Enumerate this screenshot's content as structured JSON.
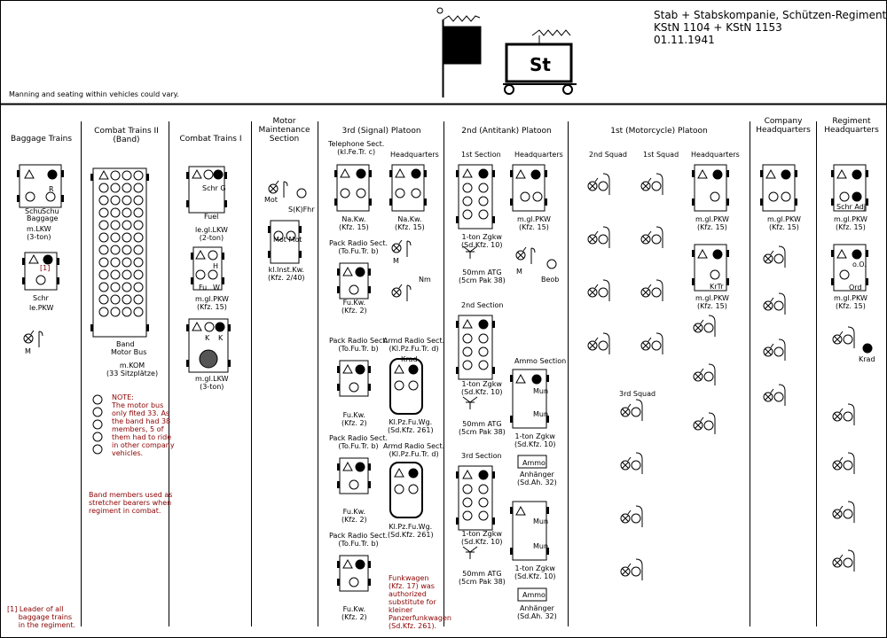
{
  "title": {
    "line1": "Stab + Stabskompanie, Schützen-Regiment",
    "line2": "KStN 1104 + KStN 1153",
    "line3": "01.11.1941"
  },
  "note_top": "Manning and seating within vehicles could vary.",
  "flag_letter": "St",
  "columns": {
    "baggage": "Baggage Trains",
    "combat2": "Combat Trains II\n(Band)",
    "combat1": "Combat Trains I",
    "motor": "Motor\nMaintenance\nSection",
    "signal": "3rd (Signal) Platoon",
    "antitank": "2nd (Antitank) Platoon",
    "moto": "1st (Motorcycle) Platoon",
    "coHQ": "Company\nHeadquarters",
    "regHQ": "Regiment\nHeadquarters"
  },
  "labels": {
    "schu": "Schu",
    "schu2": "Schu",
    "baggage_box": "Baggage",
    "R": "R",
    "mlkw": "m.LKW\n(3-ton)",
    "fn1": "[1]",
    "schr": "Schr",
    "lepkw": "le.PKW",
    "M": "M",
    "band": "Band",
    "motorbus": "Motor Bus",
    "mkom": "m.KOM\n(33 Sitzplätze)",
    "note_band": "NOTE:\nThe motor bus\nonly fited 33. As\nthe band had 38\nmembers, 5 of\nthem had to ride\nin other company\nvehicles.",
    "stretcher": "Band members used as\nstretcher bearers when\nregiment in combat.",
    "footnote": "[1] Leader of all\n     baggage trains\n     in the regiment.",
    "schrG": "Schr G",
    "fuel": "Fuel",
    "lelkw": "le.gl.LKW\n(2-ton)",
    "H": "H",
    "fu": "Fu",
    "W": "W",
    "mglpkw": "m.gl.PKW\n(Kfz. 15)",
    "K": "K",
    "mgllkw": "m.gl.LKW\n(3-ton)",
    "mot": "Mot",
    "skfhr": "S(K)Fhr",
    "motmot": "Mot Mot",
    "klinst": "kl.Inst.Kw.\n(Kfz. 2/40)",
    "telsect": "Telephone Sect.\n(kl.Fe.Tr. c)",
    "hq": "Headquarters",
    "nakw": "Na.Kw.\n(Kfz. 15)",
    "packradio": "Pack Radio Sect.\n(To.Fu.Tr. b)",
    "nm": "Nm",
    "fukw": "Fu.Kw.\n(Kfz. 2)",
    "armdradio": "Armd Radio Sect.\n(Kl.Pz.Fu.Tr. d)",
    "krad": "Krad",
    "klpz": "Kl.Pz.Fu.Wg.\n(Sd.Kfz. 261)",
    "funkwagen": "Funkwagen\n(Kfz. 17) was\nauthorized\nsubstitute for\nkleiner\nPanzerfunkwagen\n(Sd.Kfz. 261).",
    "firstsect": "1st Section",
    "secondsect": "2nd Section",
    "thirdsect": "3rd Section",
    "tonzgkw": "1-ton Zgkw\n(Sd.Kfz. 10)",
    "atg": "50mm ATG\n(5cm Pak 38)",
    "beob": "Beob",
    "ammo": "Ammo Section",
    "mun": "Mun",
    "anh": "Anhänger\n(Sd.Ah. 32)",
    "ammobox": "Ammo",
    "sq2": "2nd Squad",
    "sq1": "1st Squad",
    "sq3": "3rd Squad",
    "krtr": "KrTr",
    "schradj": "Schr Adj",
    "oo": "o.O.",
    "ord": "Ord"
  }
}
